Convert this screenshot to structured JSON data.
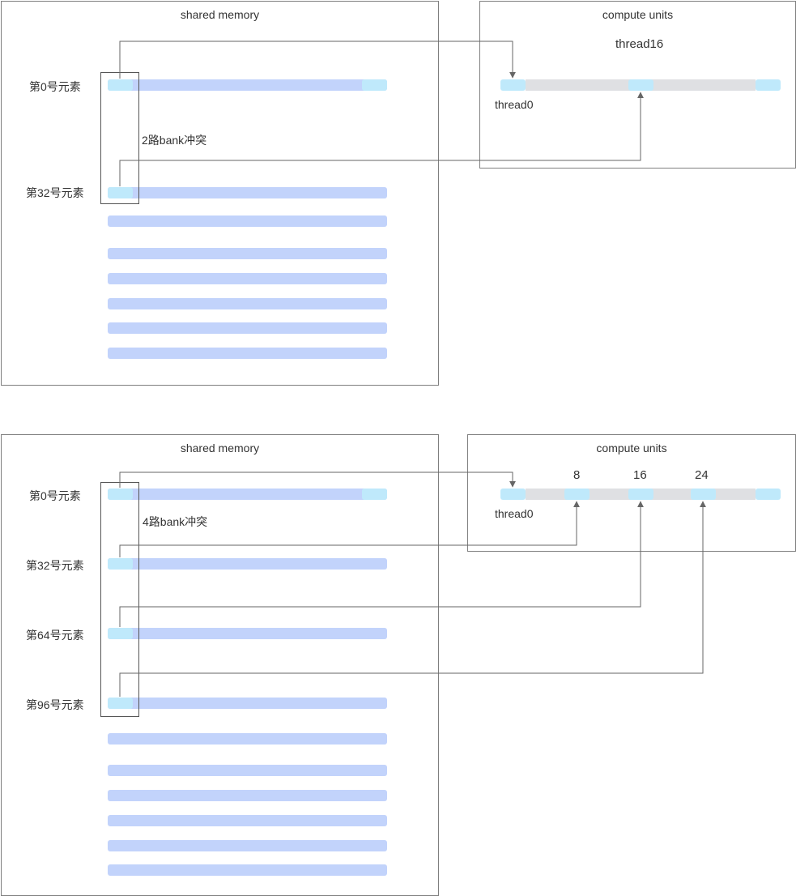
{
  "diagram1": {
    "shared_title": "shared memory",
    "compute_title": "compute units",
    "row_label_0": "第0号元素",
    "row_label_32": "第32号元素",
    "conflict_label": "2路bank冲突",
    "thread_top_label": "thread16",
    "thread_base_label": "thread0"
  },
  "diagram2": {
    "shared_title": "shared memory",
    "compute_title": "compute units",
    "row_label_0": "第0号元素",
    "row_label_32": "第32号元素",
    "row_label_64": "第64号元素",
    "row_label_96": "第96号元素",
    "conflict_label": "4路bank冲突",
    "thread_base_label": "thread0",
    "thread_labels": [
      "8",
      "16",
      "24"
    ]
  },
  "colors": {
    "memory_bar": "#c2d3fb",
    "bank_cell": "#bfe9fb",
    "compute_bar": "#dfe0e3",
    "connector": "#666666"
  }
}
